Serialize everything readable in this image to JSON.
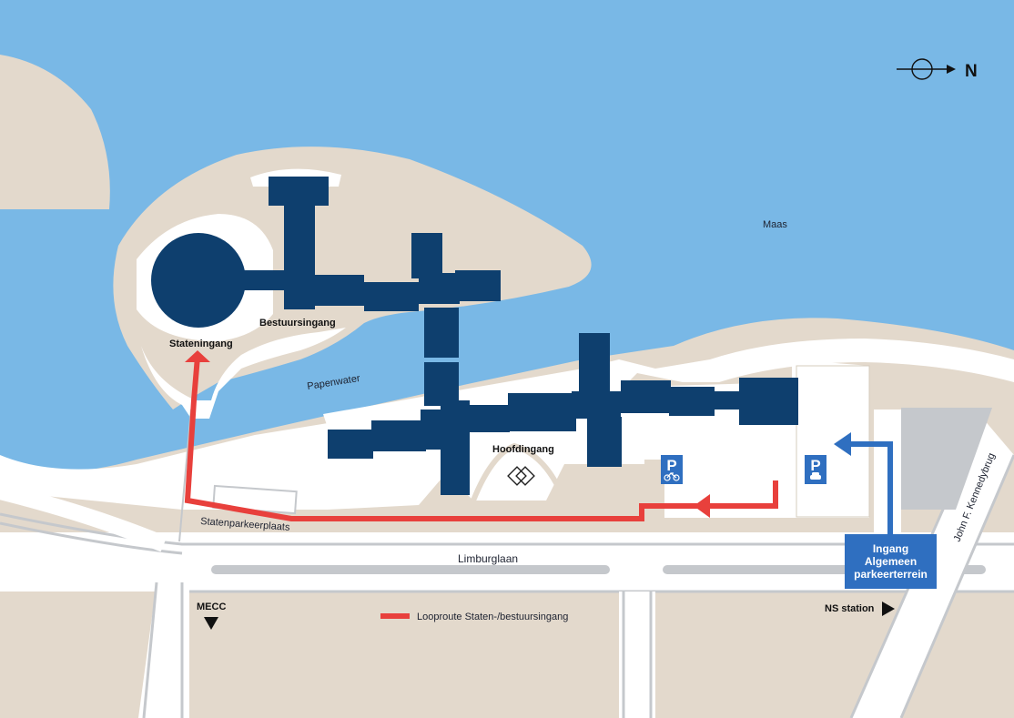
{
  "north": {
    "label": "N"
  },
  "labels": {
    "maas": "Maas",
    "papenwater": "Papenwater",
    "stateningang": "Stateningang",
    "bestuursingang": "Bestuursingang",
    "hoofdingang": "Hoofdingang",
    "statenparkeerplaats": "Statenparkeerplaats",
    "limburglaan": "Limburglaan",
    "mecc": "MECC",
    "ns_station": "NS station",
    "john_f_kennedybrug": "John F. Kennedybrug"
  },
  "entrance_box": {
    "line1": "Ingang",
    "line2": "Algemeen",
    "line3": "parkeerterrein"
  },
  "legend": {
    "label": "Looproute Staten-/bestuursingang"
  },
  "parking": {
    "letter": "P"
  },
  "colors": {
    "water": "#79b8e6",
    "land": "#e3d9cc",
    "building": "#0e3f6e",
    "route_red": "#e8403c",
    "route_blue": "#2f6fc0",
    "road_gray": "#c5c8cc"
  }
}
